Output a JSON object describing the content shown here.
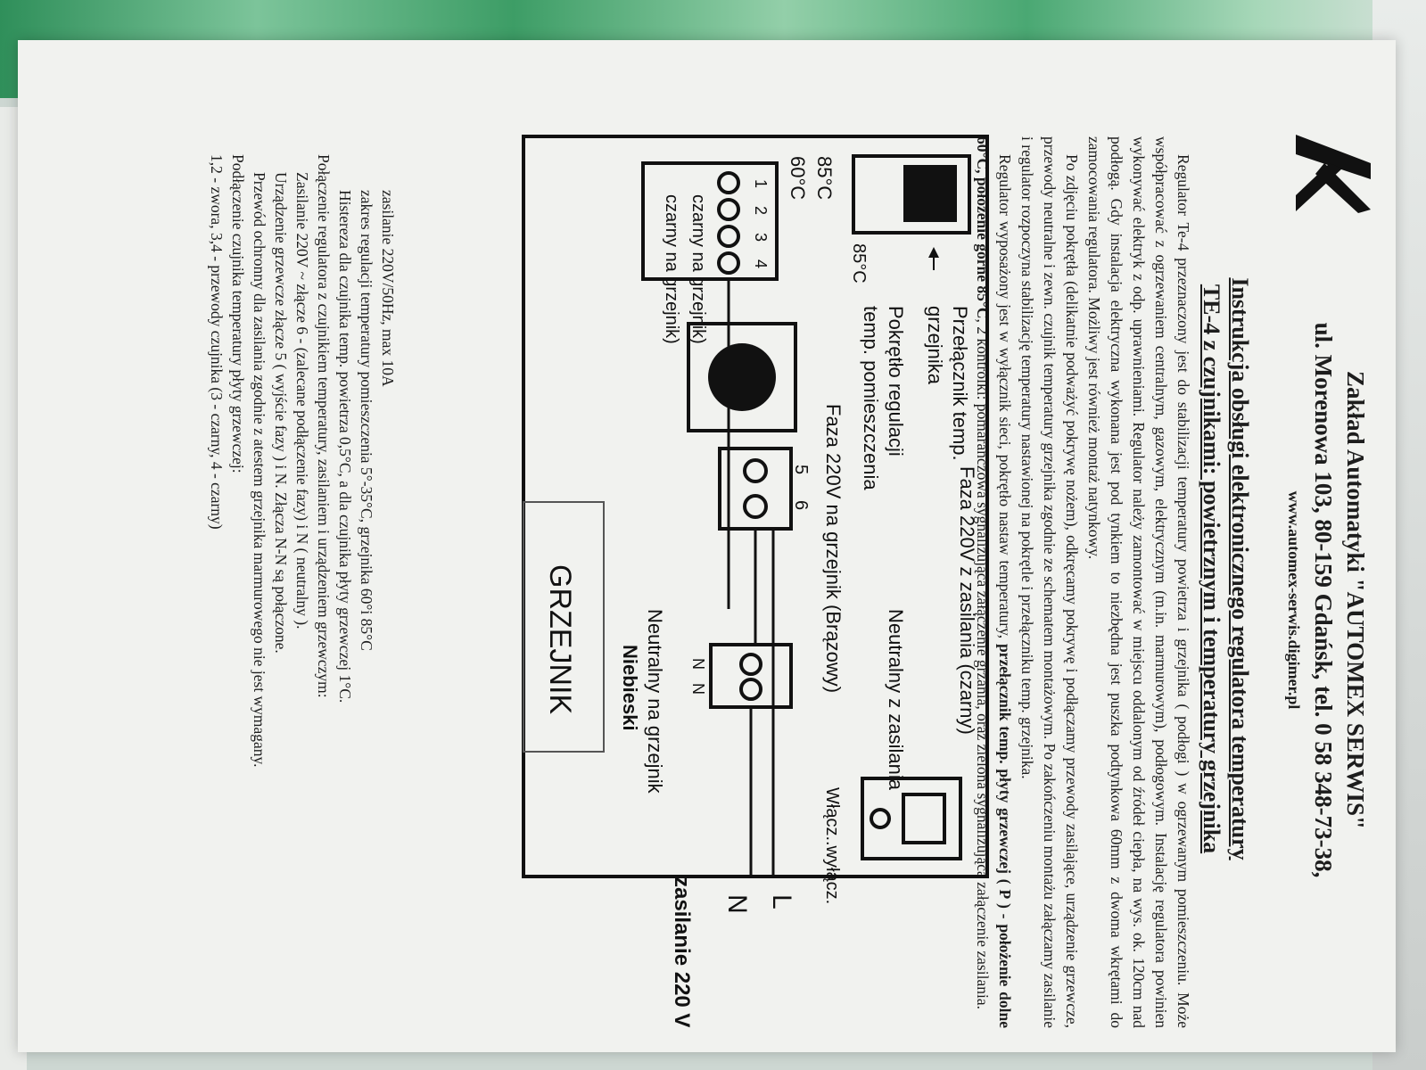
{
  "header": {
    "company": "Zakład Automatyki \"AUTOMEX SERWIS\"",
    "address": "ul. Morenowa 103, 80-159 Gdańsk, tel. 0 58 348-73-38,",
    "website": "www.automex-serwis.digimer.pl"
  },
  "title": {
    "line1": "Instrukcja obsługi elektronicznego regulatora temperatury",
    "line2": "TE-4 z czujnikami: powietrznym i temperatury grzejnika"
  },
  "body": {
    "p1": "Regulator Te-4 przeznaczony jest do stabilizacji temperatury powietrza i grzejnika ( podłogi ) w ogrzewanym pomieszczeniu. Może współpracować z ogrzewaniem centralnym, gazowym, elektrycznym (m.in. marmurowym), podłogowym. Instalację regulatora powinien wykonywać elektryk z odp. uprawnieniami. Regulator należy zamontować w miejscu oddalonym od źródeł ciepła, na wys. ok. 120cm nad podłogą. Gdy instalacja elektryczna wykonana jest pod tynkiem to niezbędna jest puszka podtynkowa 60mm z dwoma wkrętami do zamocowania regulatora. Możliwy jest również montaż natynkowy.",
    "p2": "Po zdjęciu pokrętła (delikatnie podważyć pokrywę nożem), odkręcamy pokrywę i podłączamy przewody zasilające, urządzenie grzewcze, przewody neutralne i zewn. czujnik temperatury grzejnika zgodnie ze schematem montażowym. Po zakończeniu montażu załączamy zasilanie i regulator rozpoczyna stabilizację temperatury nastawionej na pokrętle i przełączniku temp. grzejnika.",
    "p3_pre": "Regulator wyposażony jest w wyłącznik sieci, pokrętło nastaw temperatury, ",
    "p3_bold": "przełącznik temp. płyty grzewczej ( P ) - położenie dolne 60°C, położenie górne 85°C",
    "p3_post": ", 2 kontrolki: pomarańczowa sygnalizująca załączenie grzania, oraz zielona sygnalizująca załączenie zasilania."
  },
  "diagram": {
    "label_knob": [
      "Pokrętło regulacji",
      "temp. pomieszczenia"
    ],
    "label_switch": [
      "Przełącznik temp.",
      "grzejnika"
    ],
    "temp_high": "85°C",
    "temp_low": "60°C",
    "terminals_left": [
      "1",
      "2",
      "3",
      "4"
    ],
    "wire_black_heater_1": "czarny na grzejnik)",
    "wire_black_heater_2": "czarny  na grzejnik)",
    "phase_supply": "Faza 220V z zasilania (czarny)",
    "phase_heater": "Faza 220V na grzejnik (Brązowy)",
    "terminal_5": "5",
    "terminal_6": "6",
    "on_off": "Włącz..wyłącz.",
    "neutral_supply": "Neutralny z zasilania",
    "neutral_heater": "Neutralny na grzejnik",
    "neutral_color": "Niebieski",
    "terminal_n": "N",
    "supply_l": "L",
    "supply_n": "N",
    "supply_label": "zasilanie 220 V",
    "heater": "GRZEJNIK"
  },
  "specs": {
    "supply": "zasilanie 220V/50Hz, max 10A",
    "range": "zakres regulacji temperatury pomieszczenia 5°-35°C, grzejnika 60°i 85°C",
    "hysteresis": "Histereza dla czujnika temp. powietrza 0,5°C, a dla czujnika płyty grzewczej 1°C.",
    "connection_title": "Połączenie regulatora z czujnikiem temperatury, zasilaniem i urządzeniem grzewczym:",
    "conn1": "Zasilanie 220V ~ złącze 6 - (zalecane podłączenie fazy) i N ( neutralny ).",
    "conn2": "Urządzenie grzewcze złącze 5 ( wyjście fazy ) i N. Złącza N-N są połączone.",
    "conn3": "Przewód ochronny dla zasilania zgodnie z atestem grzejnika marmurowego nie jest wymagany.",
    "conn4": "Podłączenie czujnika temperatury płyty grzewczej:",
    "conn5": "1,2 - zwora,  3,4 - przewody czujnika (3 - czarny, 4 - czarny)"
  }
}
